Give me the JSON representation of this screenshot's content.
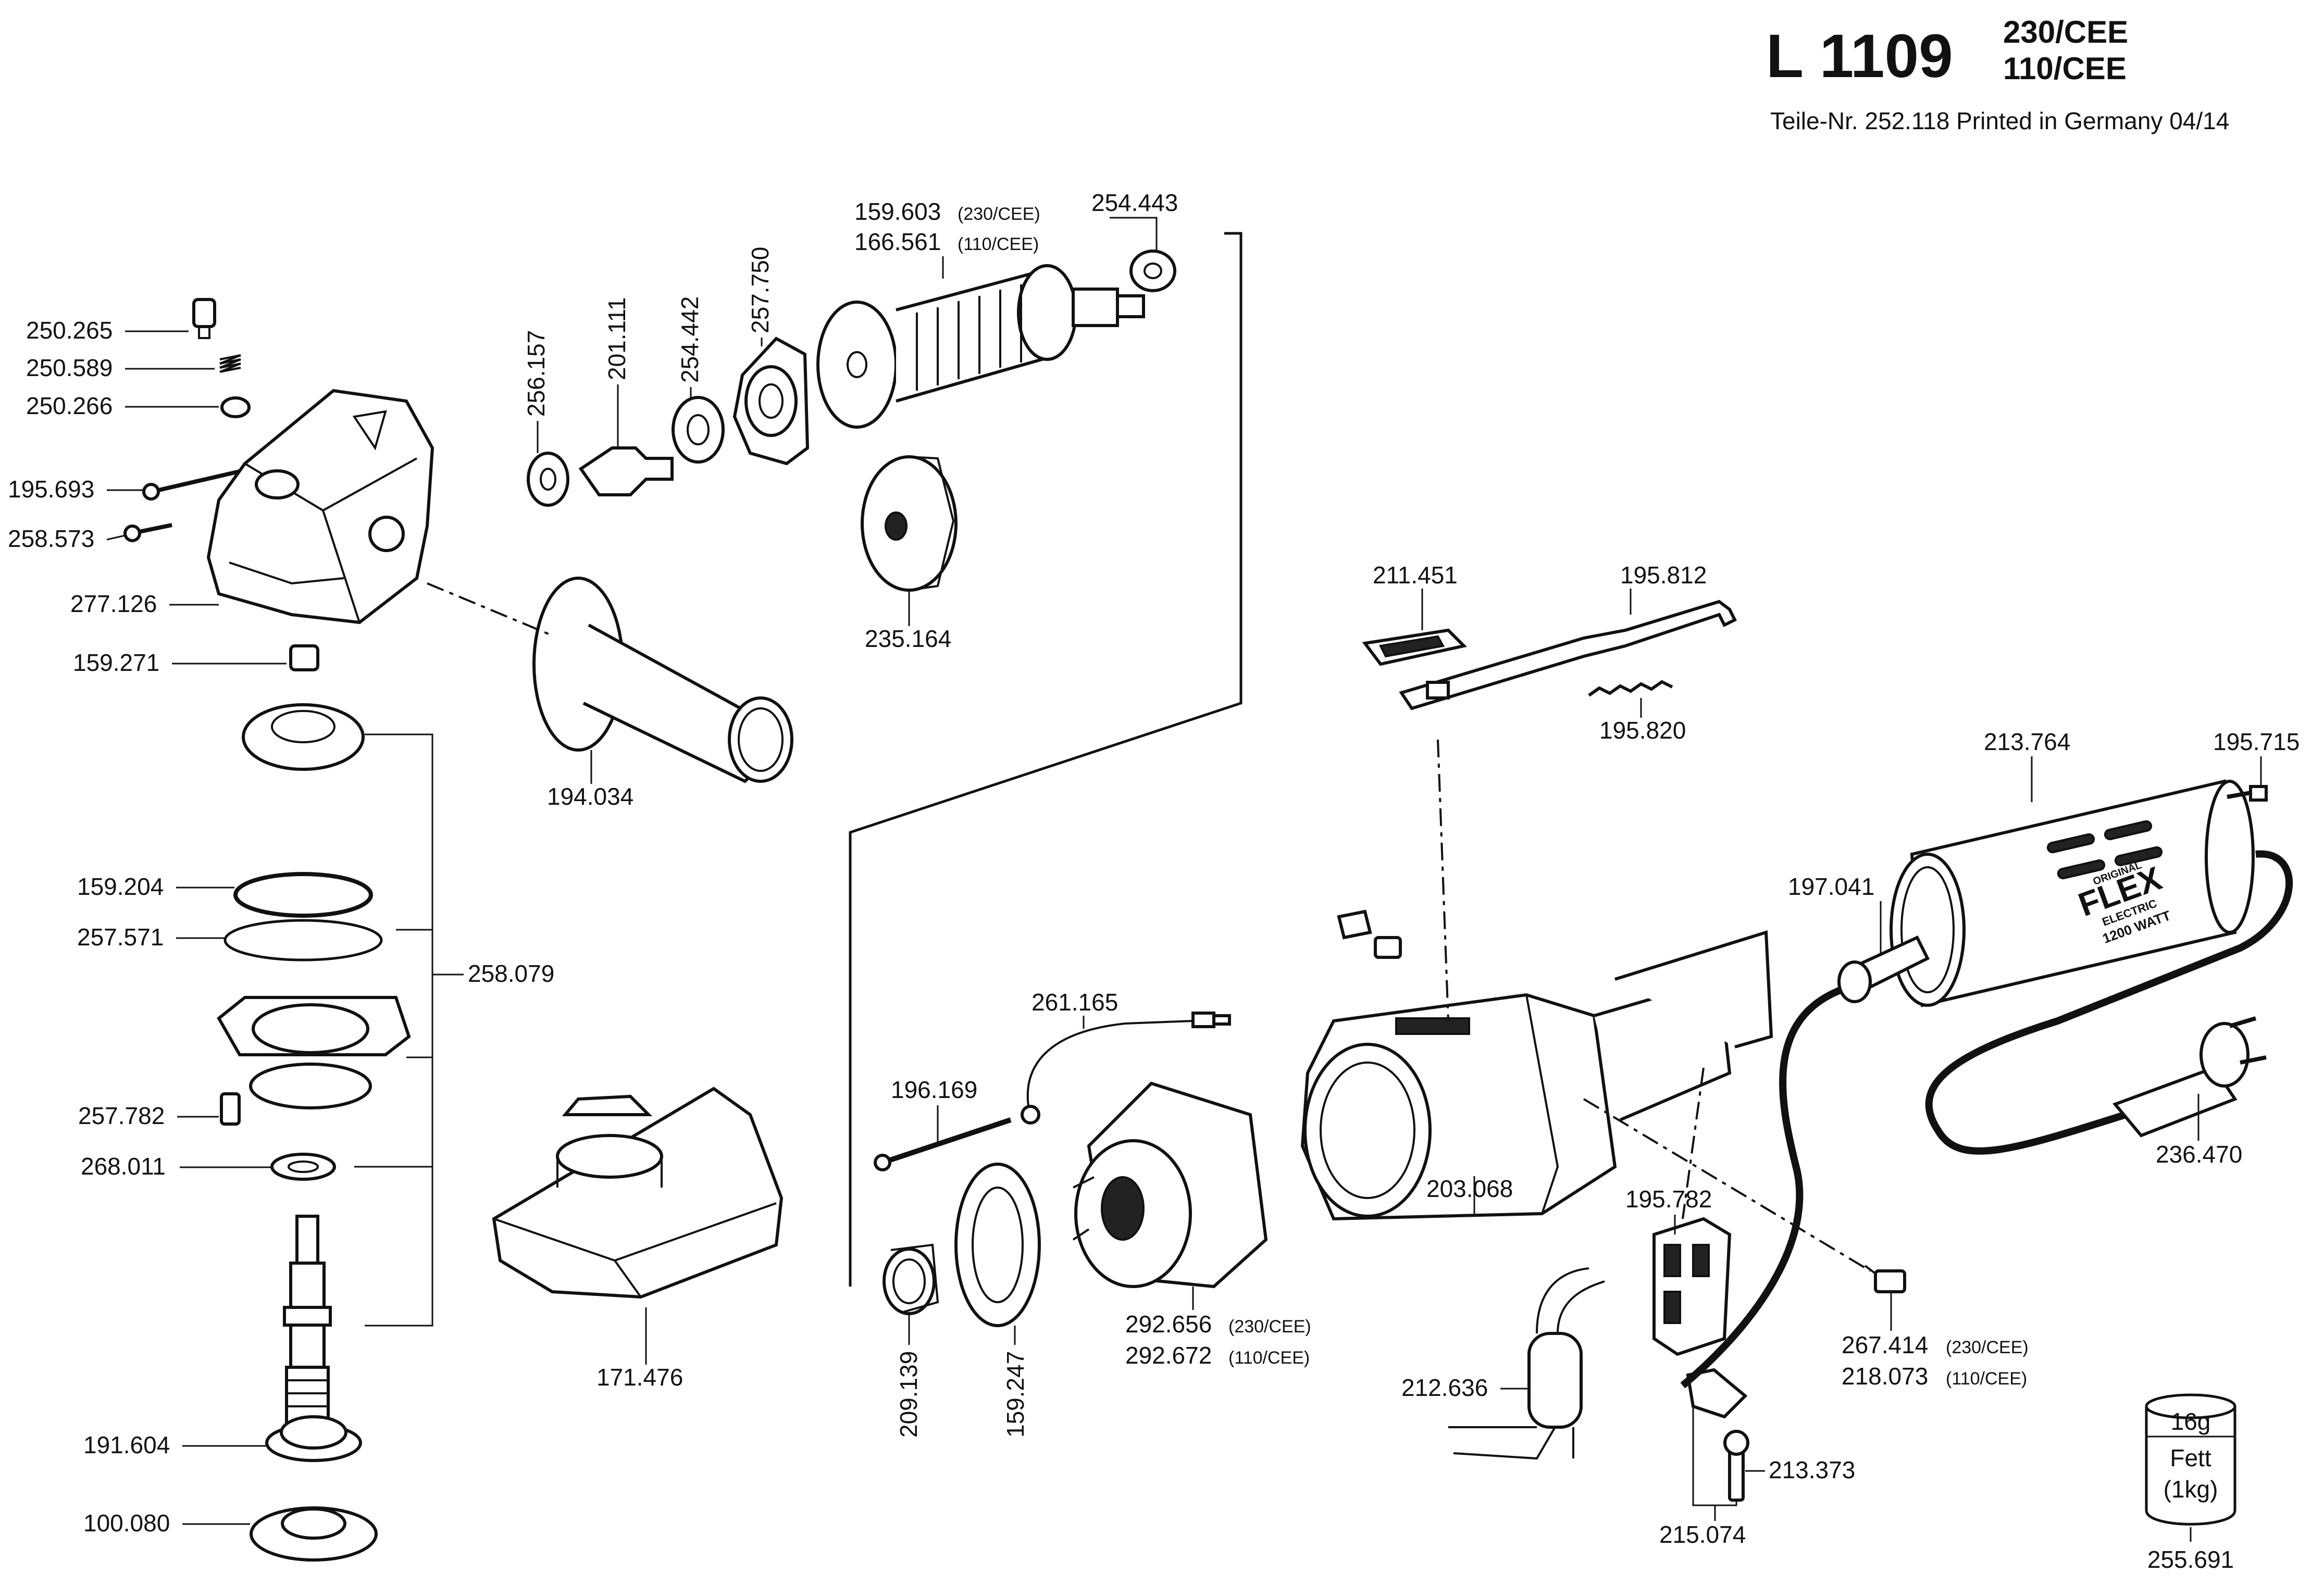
{
  "header": {
    "model": "L 1109",
    "variant_line_1": "230/CEE",
    "variant_line_2": "110/CEE",
    "note": "Teile-Nr. 252.118 Printed in Germany 04/14"
  },
  "brand": {
    "logo_small": "ORIGINAL",
    "logo": "FLEX",
    "line_1": "ELECTRIC",
    "line_2": "1200 WATT"
  },
  "grease": {
    "line_1": "16g",
    "line_2": "Fett",
    "line_3": "(1kg)",
    "part": "255.691"
  },
  "parts": {
    "p250265": "250.265",
    "p250589": "250.589",
    "p250266": "250.266",
    "p195693": "195.693",
    "p258573": "258.573",
    "p277126": "277.126",
    "p159271": "159.271",
    "p159204": "159.204",
    "p257571": "257.571",
    "p258079": "258.079",
    "p257782": "257.782",
    "p268011": "268.011",
    "p191604": "191.604",
    "p100080": "100.080",
    "p256157": "256.157",
    "p201111": "201.111",
    "p254442": "254.442",
    "p257750": "257.750",
    "p159603": "159.603",
    "p166561": "166.561",
    "p254443": "254.443",
    "p235164": "235.164",
    "p194034": "194.034",
    "p171476": "171.476",
    "p211451": "211.451",
    "p195812": "195.812",
    "p195820": "195.820",
    "p213764": "213.764",
    "p195715": "195.715",
    "p197041": "197.041",
    "p261165": "261.165",
    "p196169": "196.169",
    "p203068": "203.068",
    "p236470": "236.470",
    "p195782": "195.782",
    "p292656": "292.656",
    "p292672": "292.672",
    "p212636": "212.636",
    "p267414": "267.414",
    "p218073": "218.073",
    "p209139": "209.139",
    "p159247": "159.247",
    "p213373": "213.373",
    "p215074": "215.074"
  },
  "variants": {
    "v230": "(230/CEE)",
    "v110": "(110/CEE)"
  }
}
